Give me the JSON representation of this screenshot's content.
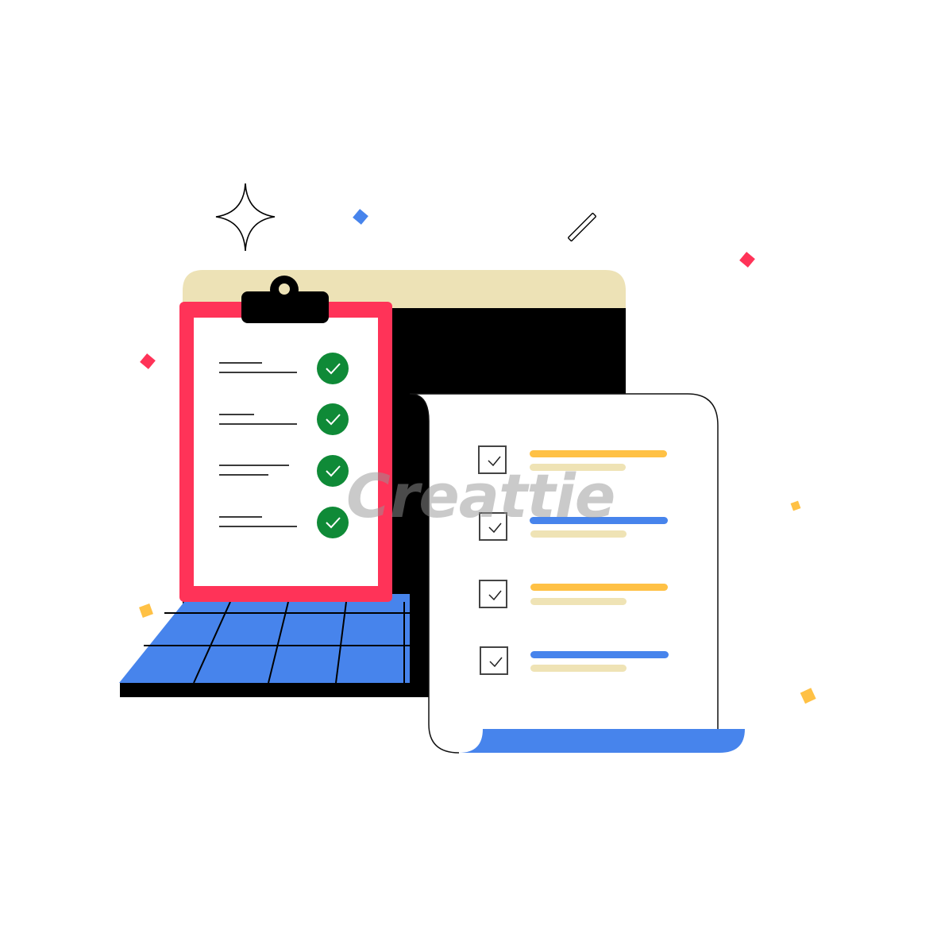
{
  "illustration": {
    "subject": "checklist illustration with laptop, clipboard and scroll document",
    "watermark_text": "Creattie",
    "colors": {
      "clipboard_frame": "#ff3358",
      "clip": "#000000",
      "check_green": "#0f8a37",
      "laptop_bezel_top": "#ede2b6",
      "laptop_screen": "#000000",
      "keyboard_blue": "#4784ec",
      "bar_yellow": "#ffc145",
      "bar_beige": "#efe3b5",
      "bar_blue": "#4784ec",
      "confetti_red": "#ff3358",
      "confetti_blue": "#4784ec",
      "confetti_yellow": "#ffc145"
    },
    "clipboard": {
      "items": [
        {
          "line1_width": 54,
          "line2_width": 98,
          "checked": true
        },
        {
          "line1_width": 44,
          "line2_width": 98,
          "checked": true
        },
        {
          "line1_width": 88,
          "line2_width": 62,
          "checked": true
        },
        {
          "line1_width": 54,
          "line2_width": 98,
          "checked": true
        }
      ]
    },
    "document": {
      "items": [
        {
          "checked": true,
          "bar_color": "yellow"
        },
        {
          "checked": true,
          "bar_color": "blue"
        },
        {
          "checked": true,
          "bar_color": "yellow"
        },
        {
          "checked": true,
          "bar_color": "blue"
        }
      ]
    },
    "decorations": [
      "sparkle-star",
      "outline-stick",
      "confetti-red-1",
      "confetti-red-2",
      "confetti-blue",
      "confetti-yellow-1",
      "confetti-yellow-2",
      "confetti-yellow-3"
    ]
  }
}
